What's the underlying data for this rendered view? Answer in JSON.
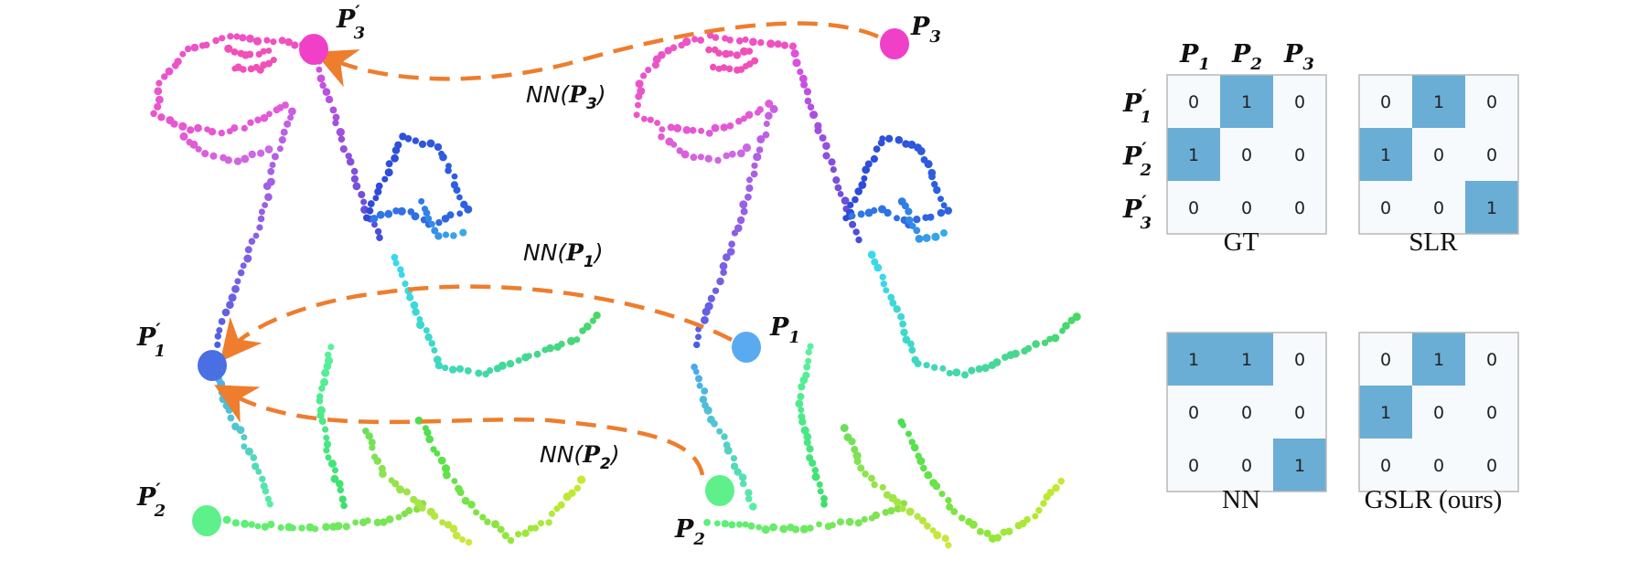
{
  "left_shape": {
    "points": [
      {
        "id": "p1p",
        "label": "P",
        "sub": "1",
        "prime": true,
        "color": "#4a6fe3"
      },
      {
        "id": "p2p",
        "label": "P",
        "sub": "2",
        "prime": true,
        "color": "#5ef08a"
      },
      {
        "id": "p3p",
        "label": "P",
        "sub": "3",
        "prime": true,
        "color": "#f040c8"
      }
    ]
  },
  "right_shape": {
    "points": [
      {
        "id": "p1",
        "label": "P",
        "sub": "1",
        "prime": false,
        "color": "#5aaaf2"
      },
      {
        "id": "p2",
        "label": "P",
        "sub": "2",
        "prime": false,
        "color": "#5ef08a"
      },
      {
        "id": "p3",
        "label": "P",
        "sub": "3",
        "prime": false,
        "color": "#f040c8"
      }
    ]
  },
  "arrows": [
    {
      "id": "nn1",
      "text": "NN",
      "arg": "P",
      "sub": "1",
      "color": "#ee7d2d"
    },
    {
      "id": "nn2",
      "text": "NN",
      "arg": "P",
      "sub": "2",
      "color": "#ee7d2d"
    },
    {
      "id": "nn3",
      "text": "NN",
      "arg": "P",
      "sub": "3",
      "color": "#ee7d2d"
    }
  ],
  "matrix_header": {
    "cols": [
      {
        "label": "P",
        "sub": "1"
      },
      {
        "label": "P",
        "sub": "2"
      },
      {
        "label": "P",
        "sub": "3"
      }
    ],
    "rows": [
      {
        "label": "P",
        "sub": "1"
      },
      {
        "label": "P",
        "sub": "2"
      },
      {
        "label": "P",
        "sub": "3"
      }
    ]
  },
  "matrices": [
    {
      "id": "gt",
      "title": "GT",
      "values": [
        [
          0,
          1,
          0
        ],
        [
          1,
          0,
          0
        ],
        [
          0,
          0,
          0
        ]
      ]
    },
    {
      "id": "slr",
      "title": "SLR",
      "values": [
        [
          0,
          1,
          0
        ],
        [
          1,
          0,
          0
        ],
        [
          0,
          0,
          1
        ]
      ]
    },
    {
      "id": "nn",
      "title": "NN",
      "values": [
        [
          1,
          1,
          0
        ],
        [
          0,
          0,
          0
        ],
        [
          0,
          0,
          1
        ]
      ]
    },
    {
      "id": "gslr",
      "title": "GSLR (ours)",
      "values": [
        [
          0,
          1,
          0
        ],
        [
          1,
          0,
          0
        ],
        [
          0,
          0,
          0
        ]
      ]
    }
  ],
  "colors": {
    "highlight": "#6aaed6",
    "cell_bg": "#f7fafd",
    "border": "#b8b8b8",
    "arrow": "#ee7d2d"
  }
}
